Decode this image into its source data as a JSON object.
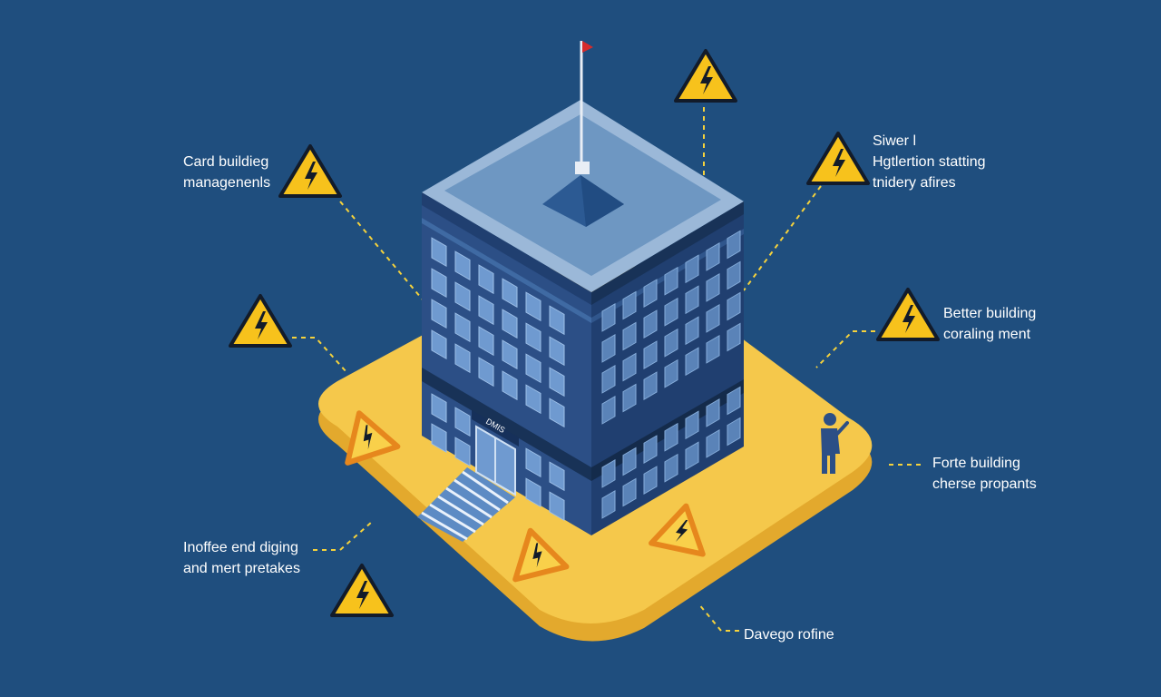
{
  "colors": {
    "background": "#1f4e7e",
    "platform": "#f5c84b",
    "platform_edge": "#e3a92d",
    "building_front": "#2c4f86",
    "building_side": "#203f70",
    "roof": "#6e97c2",
    "warning_yellow": "#f7c21c",
    "warning_orange": "#ea9623",
    "leader_line": "#f5d23c",
    "flag": "#d62b2b"
  },
  "building": {
    "door_sign": "DMIS"
  },
  "callouts": [
    {
      "id": "card",
      "lines": [
        "Card buildieg",
        "managenenls"
      ],
      "icon": "warning-triangle-icon"
    },
    {
      "id": "silver",
      "lines": [
        "Siwer l",
        "Hgtlertion statting",
        "tnidery afires"
      ],
      "icon": "warning-triangle-icon"
    },
    {
      "id": "better",
      "lines": [
        "Better building",
        "coraling ment"
      ],
      "icon": "warning-triangle-icon"
    },
    {
      "id": "forte",
      "lines": [
        "Forte building",
        "cherse propants"
      ],
      "icon": "warning-triangle-icon"
    },
    {
      "id": "inoffee",
      "lines": [
        "Inoffee end diging",
        "and mert pretakes"
      ],
      "icon": "warning-triangle-icon"
    },
    {
      "id": "davego",
      "lines": [
        "Davego rofine"
      ],
      "icon": "none"
    }
  ],
  "icons": {
    "top": "warning-triangle-icon",
    "left_mid": "warning-triangle-icon",
    "bottom_left": "warning-triangle-icon",
    "platform_markers": "warning-triangle-icon",
    "person": "person-icon",
    "flag": "flag-icon"
  }
}
